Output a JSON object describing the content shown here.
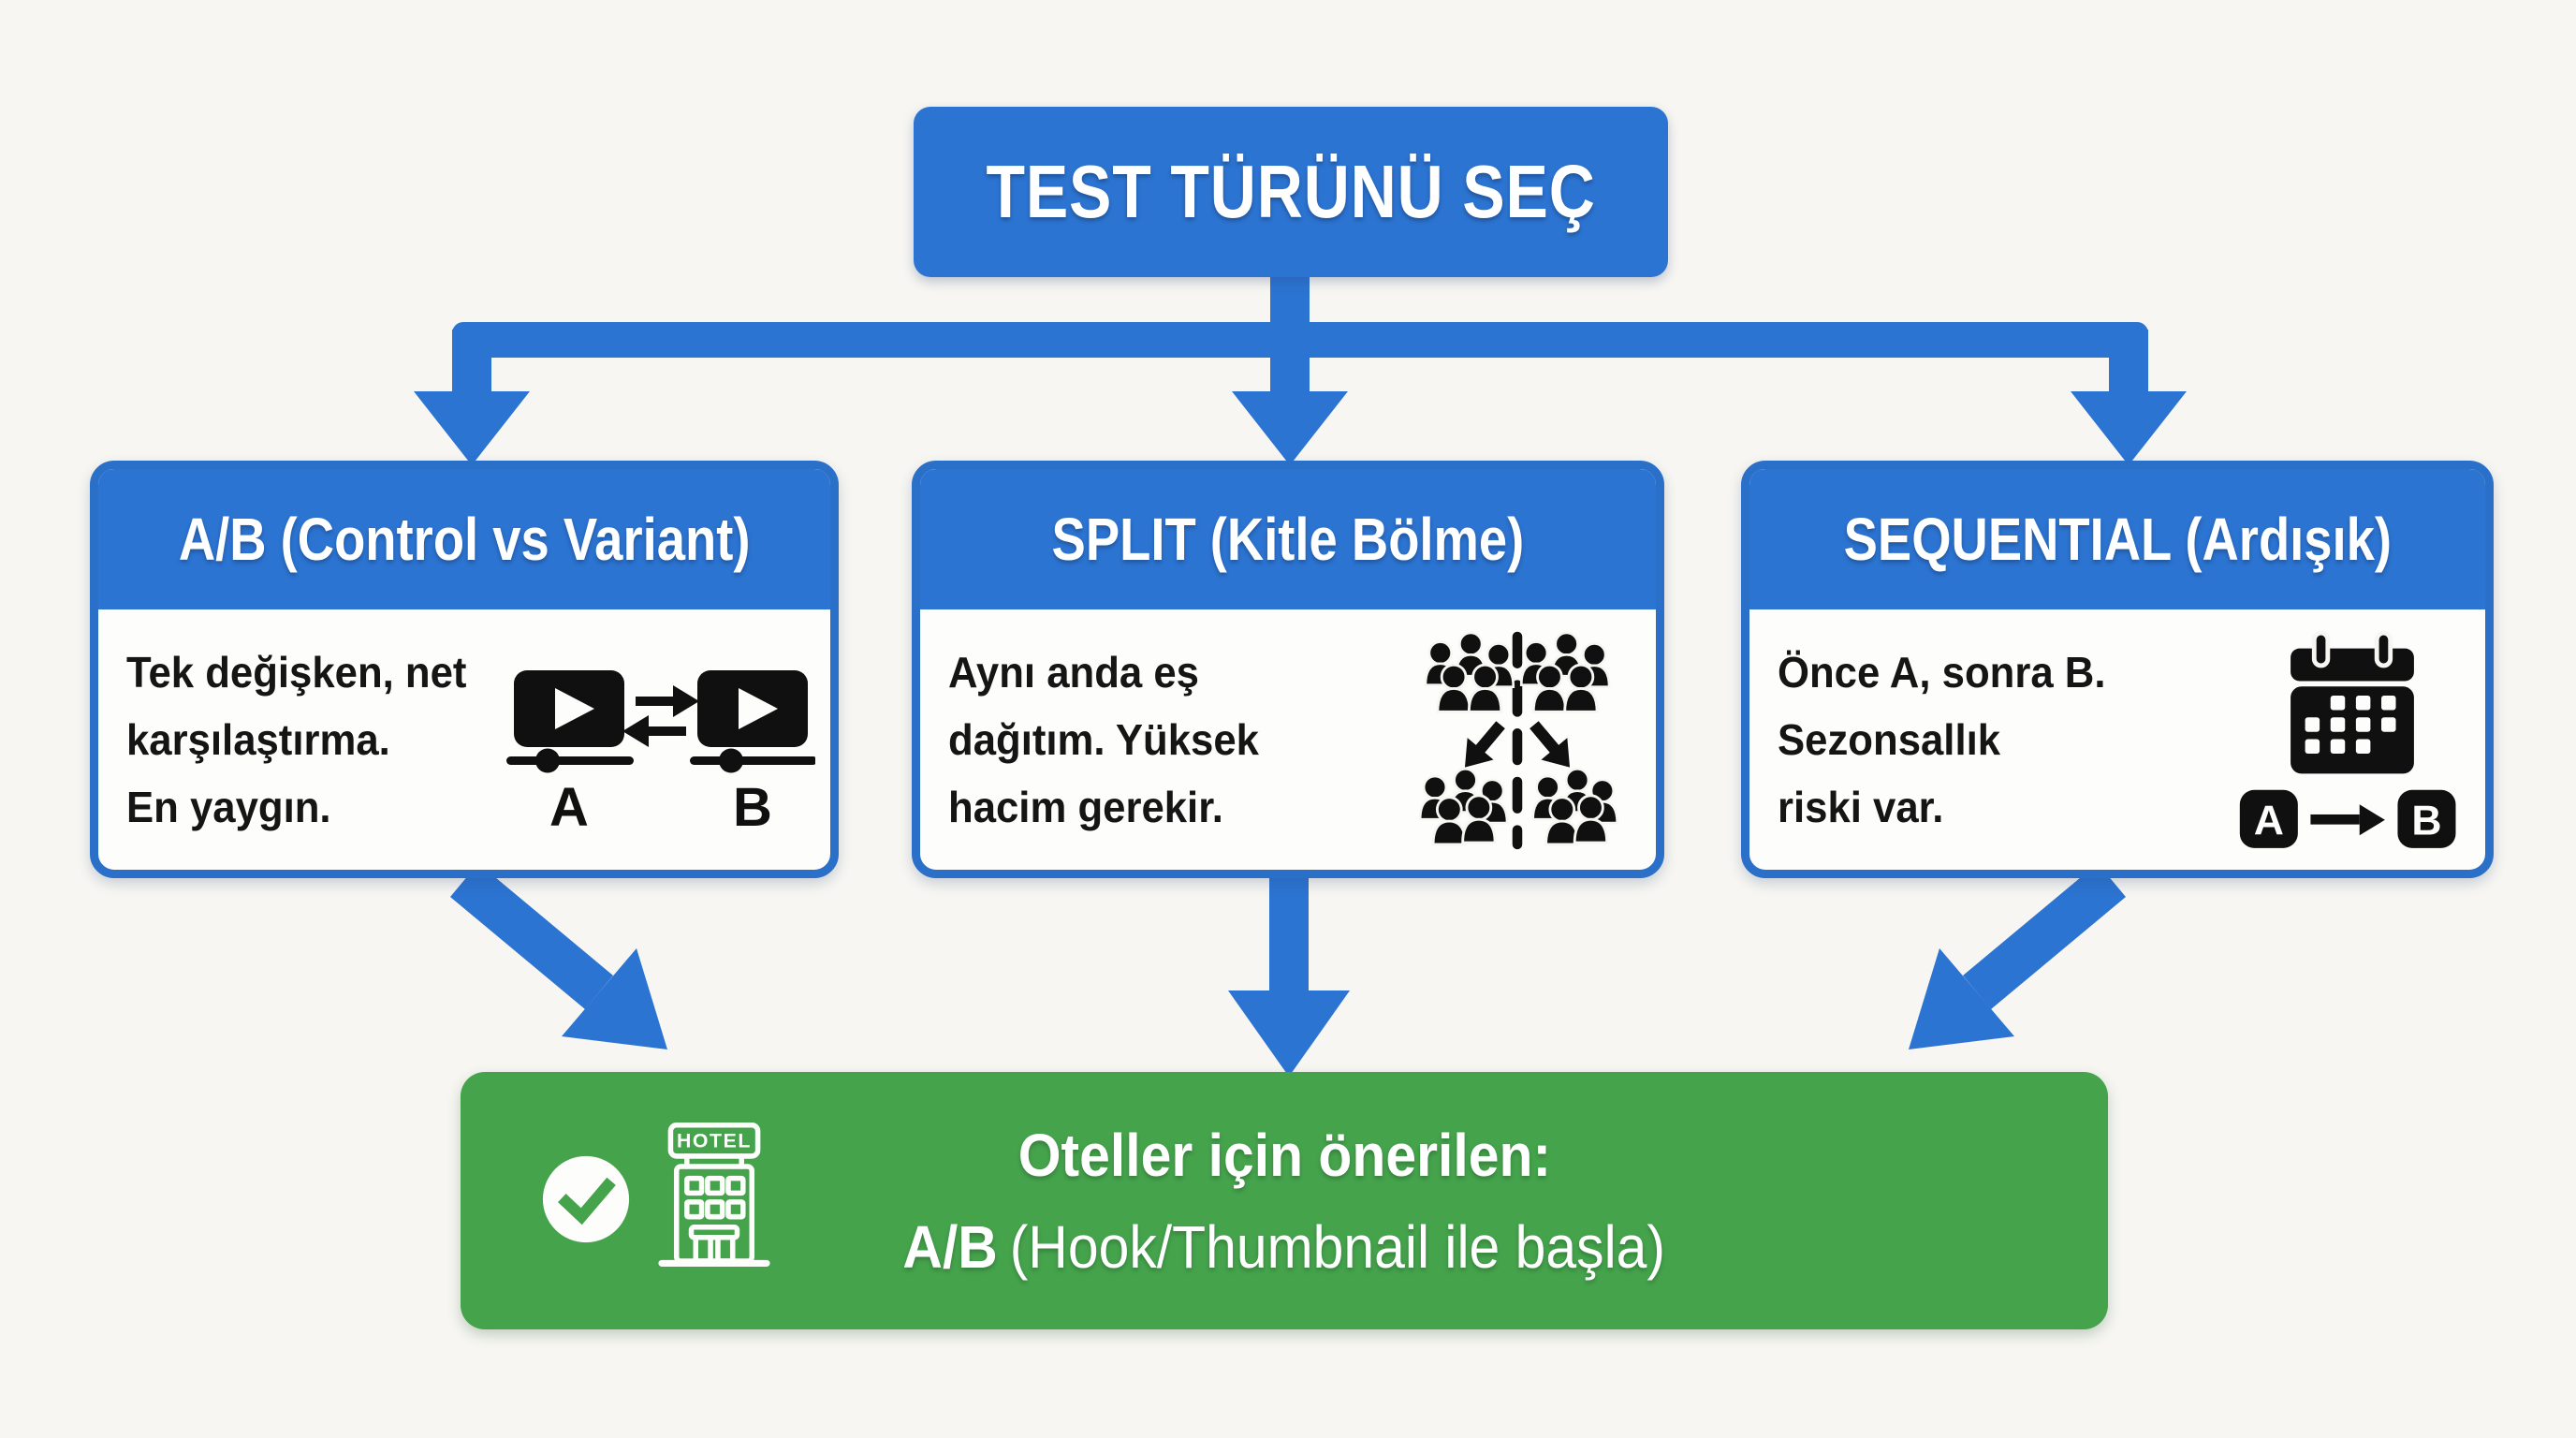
{
  "colors": {
    "blue": "#2c74d2",
    "blue_border": "#2a6fc8",
    "green": "#45a34c",
    "background": "#f7f6f2",
    "ink": "#151515",
    "white": "#ffffff"
  },
  "root_node": {
    "label": "TEST TÜRÜNÜ SEÇ"
  },
  "branch_nodes": [
    {
      "header": "A/B (Control vs Variant)",
      "lines": [
        "Tek değişken, net",
        "karşılaştırma.",
        "En yaygın."
      ],
      "icon": "video-ab-compare-icon",
      "variant_a_label": "A",
      "variant_b_label": "B"
    },
    {
      "header": "SPLIT (Kitle Bölme)",
      "lines": [
        "Aynı anda eş",
        "dağıtım. Yüksek",
        "hacim gerekir."
      ],
      "icon": "audience-split-icon"
    },
    {
      "header": "SEQUENTIAL (Ardışık)",
      "lines": [
        "Önce A, sonra B.",
        "Sezonsallık",
        "riski var."
      ],
      "icon": "calendar-sequence-icon",
      "variant_a_label": "A",
      "variant_b_label": "B"
    }
  ],
  "recommendation_node": {
    "line1": "Oteller için önerilen:",
    "line2_emphasis": "A/B",
    "line2_rest": "(Hook/Thumbnail ile başla)",
    "hotel_sign_label": "HOTEL",
    "icons": [
      "check-circle-icon",
      "hotel-building-icon"
    ]
  }
}
